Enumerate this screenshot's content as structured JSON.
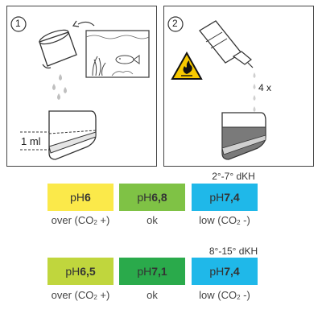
{
  "steps": [
    {
      "number": "1",
      "volume_label": "1 ml"
    },
    {
      "number": "2",
      "drops_label": "4 x"
    }
  ],
  "ranges": [
    {
      "dkh_label": "2°-7° dKH",
      "swatches": [
        {
          "prefix": "pH",
          "value": "6",
          "color": "#fbe94a",
          "label": "over (CO",
          "label_sub": "2",
          "label_suffix": " +)"
        },
        {
          "prefix": "pH",
          "value": "6,8",
          "color": "#7fc245",
          "label": "ok",
          "label_sub": "",
          "label_suffix": ""
        },
        {
          "prefix": "pH",
          "value": "7,4",
          "color": "#1fb8e9",
          "label": "low (CO",
          "label_sub": "2",
          "label_suffix": " -)"
        }
      ]
    },
    {
      "dkh_label": "8°-15° dKH",
      "swatches": [
        {
          "prefix": "pH",
          "value": "6,5",
          "color": "#c0d63d",
          "label": "over (CO",
          "label_sub": "2",
          "label_suffix": " +)"
        },
        {
          "prefix": "pH",
          "value": "7,1",
          "color": "#2aaa4b",
          "label": "ok",
          "label_sub": "",
          "label_suffix": ""
        },
        {
          "prefix": "pH",
          "value": "7,4",
          "color": "#1fb8e9",
          "label": "low (CO",
          "label_sub": "2",
          "label_suffix": " -)"
        }
      ]
    }
  ],
  "icons": {
    "step1": [
      "beaker-pour-icon",
      "aquarium-icon",
      "water-drop-icon",
      "test-vial-icon"
    ],
    "step2": [
      "dropper-bottle-icon",
      "flammable-warning-icon",
      "test-vial-icon"
    ]
  }
}
